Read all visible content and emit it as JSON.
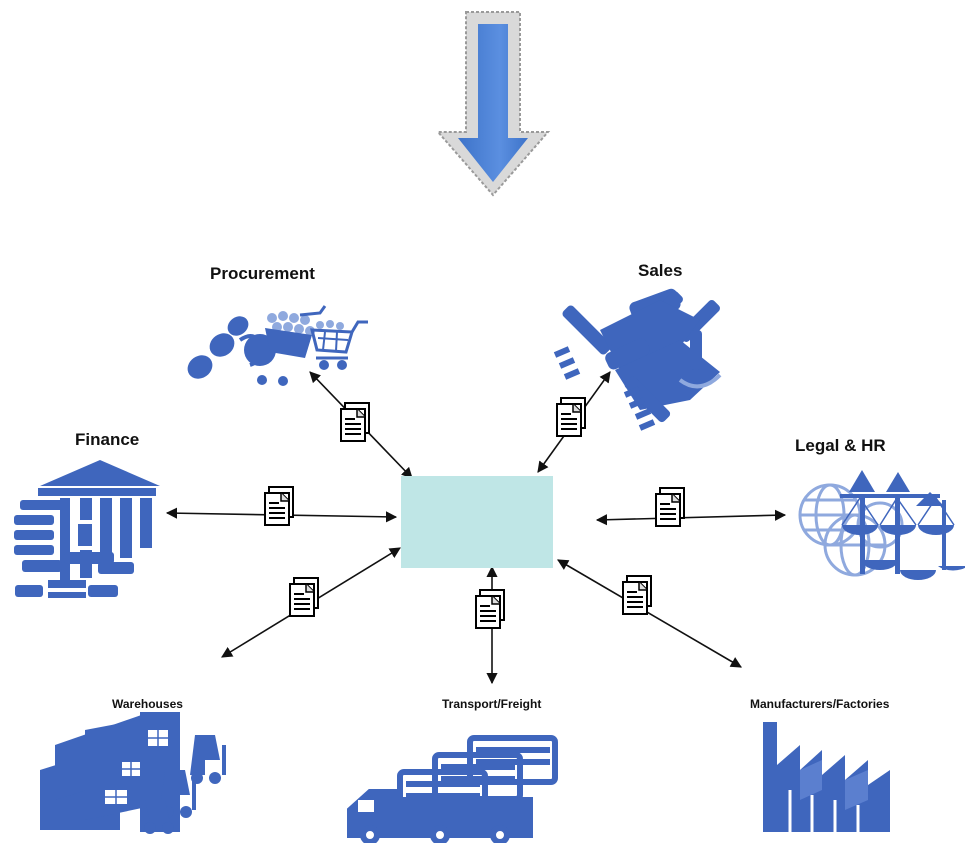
{
  "diagram": {
    "nodes": {
      "procurement": {
        "label": "Procurement",
        "icon": "shopping-carts-icon"
      },
      "sales": {
        "label": "Sales",
        "icon": "handshake-icon"
      },
      "finance": {
        "label": "Finance",
        "icon": "bank-building-icon"
      },
      "legal_hr": {
        "label": "Legal & HR",
        "icon": "globe-scales-icon"
      },
      "warehouses": {
        "label": "Warehouses",
        "icon": "warehouse-forklift-icon"
      },
      "transport": {
        "label": "Transport/Freight",
        "icon": "trucks-icon"
      },
      "manufacturers": {
        "label": "Manufacturers/Factories",
        "icon": "factory-icon"
      }
    },
    "center_box": {
      "fill": "#bfe6e6"
    },
    "top_arrow_icon": "down-arrow-icon",
    "document_icon": "document-icon",
    "colors": {
      "icon_blue": "#3f66bd",
      "arrow_blue": "#4a7fcf",
      "light_blue": "#8fa9de"
    }
  }
}
